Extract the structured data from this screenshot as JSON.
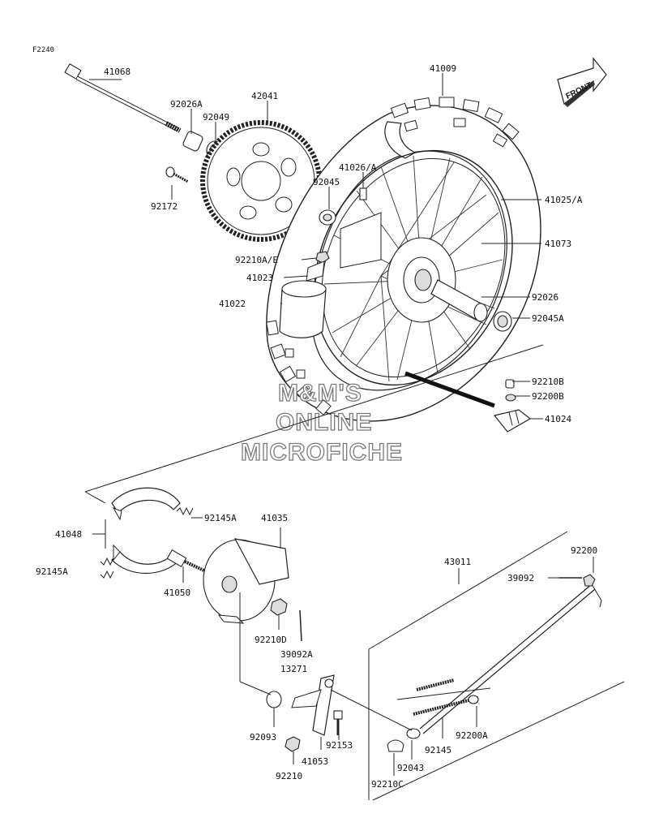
{
  "figure_code": "F2240",
  "front_indicator": "FRONT",
  "watermark": [
    "M&M'S",
    "ONLINE",
    "MICROFICHE"
  ],
  "labels": {
    "p41068": "41068",
    "p92026A": "92026A",
    "p92049": "92049",
    "p42041": "42041",
    "p92172": "92172",
    "p41009": "41009",
    "p41026A": "41026/A",
    "p92045": "92045",
    "p41025A": "41025/A",
    "p41073": "41073",
    "p92210AE": "92210A/E",
    "p41023": "41023",
    "p41022": "41022",
    "p92026": "92026",
    "p92045A": "92045A",
    "p92210B": "92210B",
    "p92200B": "92200B",
    "p41024": "41024",
    "p41048": "41048",
    "p92145A_top": "92145A",
    "p41035": "41035",
    "p92145A_left": "92145A",
    "p41050": "41050",
    "p92210D": "92210D",
    "p39092A": "39092A",
    "p13271": "13271",
    "p43011": "43011",
    "p92200": "92200",
    "p39092": "39092",
    "p92093": "92093",
    "p92153": "92153",
    "p92200A": "92200A",
    "p92145": "92145",
    "p41053": "41053",
    "p92043": "92043",
    "p92210": "92210",
    "p92210C": "92210C"
  }
}
